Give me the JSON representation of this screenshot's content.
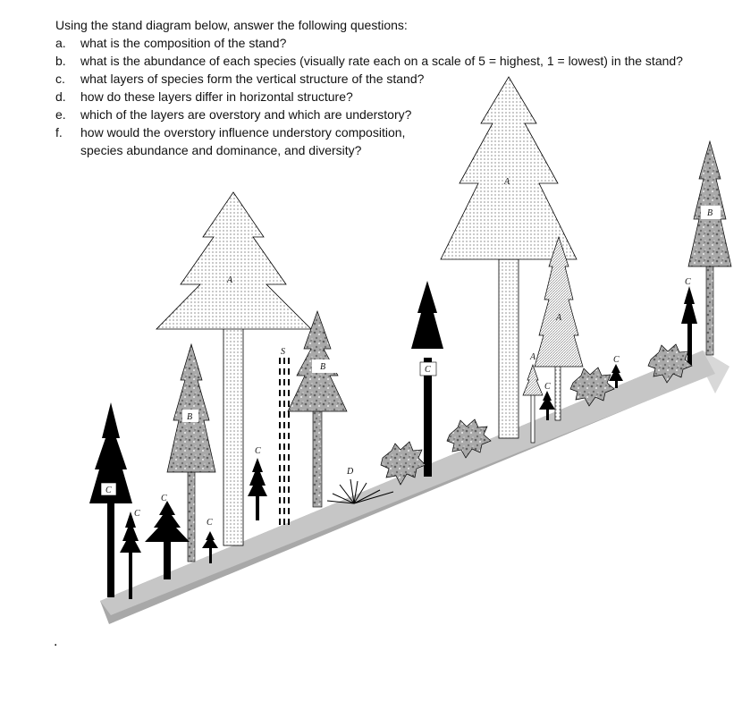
{
  "intro": "Using the stand diagram below, answer the following questions:",
  "questions": [
    {
      "letter": "a.",
      "text": "what is the composition of the stand?"
    },
    {
      "letter": "b.",
      "text": "what is the abundance of each species (visually rate each on a scale of 5 = highest, 1 = lowest) in the stand?"
    },
    {
      "letter": "c.",
      "text": "what layers of species form the vertical structure of the stand?"
    },
    {
      "letter": "d.",
      "text": "how do these layers differ in horizontal structure?"
    },
    {
      "letter": "e.",
      "text": "which of the layers are overstory and which are understory?"
    },
    {
      "letter": "f.",
      "text": "how would the overstory influence understory composition, species abundance and dominance, and diversity?"
    }
  ],
  "species_labels": {
    "a": "A",
    "b": "B",
    "c": "C",
    "d": "D",
    "s": "S"
  },
  "footer_mark": ".",
  "colors": {
    "ground_top": "#c6c6c6",
    "ground_front": "#a8a8a8",
    "dark_tree": "#000000",
    "light_tree": "#ffffff"
  }
}
